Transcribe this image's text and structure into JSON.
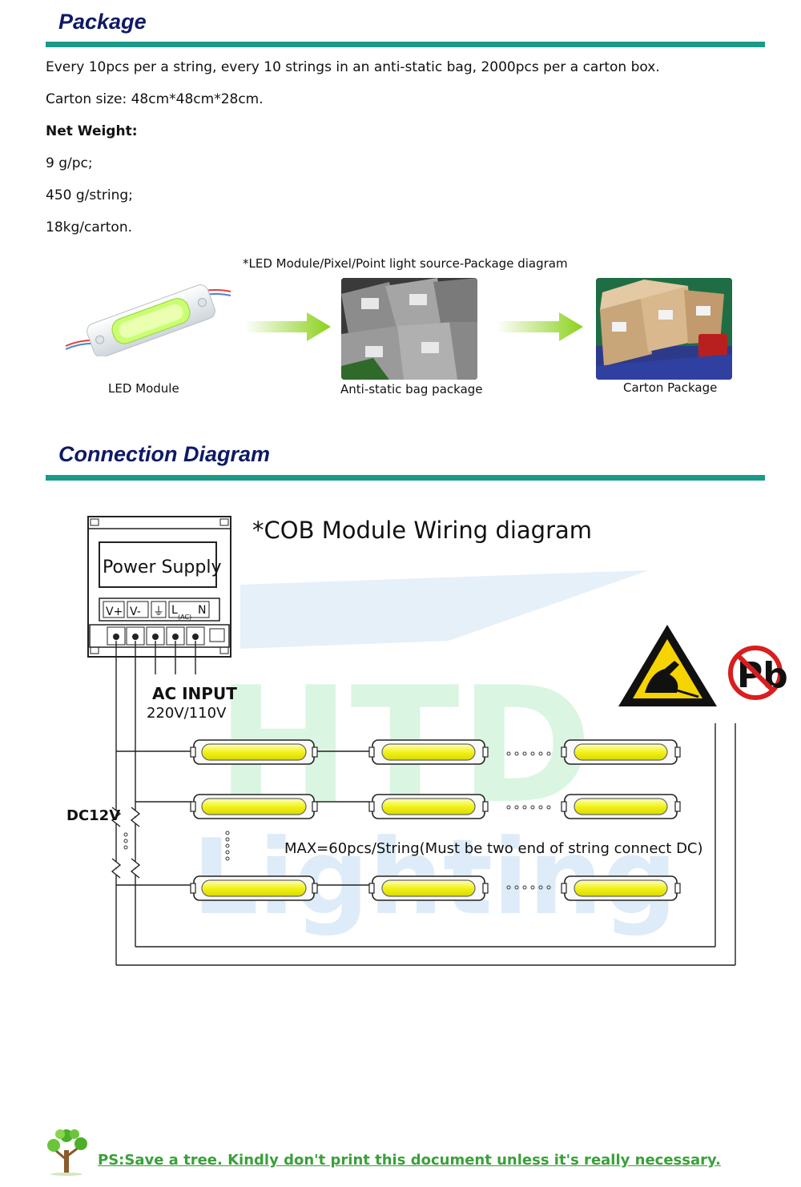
{
  "package": {
    "title": "Package",
    "lines": [
      "Every 10pcs per a string, every 10 strings in an anti-static bag, 2000pcs per a carton box.",
      "Carton size: 48cm*48cm*28cm."
    ],
    "net_weight_label": "Net Weight:",
    "weights": [
      "9 g/pc;",
      "450 g/string;",
      "18kg/carton."
    ],
    "diagram_caption": "*LED Module/Pixel/Point light source-Package diagram",
    "steps": [
      {
        "label": "LED Module",
        "icon": "led-module-image"
      },
      {
        "label": "Anti-static bag package",
        "icon": "anti-static-bag-photo"
      },
      {
        "label": "Carton Package",
        "icon": "carton-package-photo"
      }
    ],
    "arrow_color": "#8bd11a"
  },
  "connection": {
    "title": "Connection Diagram",
    "wiring_title": "*COB Module Wiring diagram",
    "power_supply_label": "Power Supply",
    "terminals": [
      "V+",
      "V-",
      "⏚",
      "L",
      "N"
    ],
    "terminal_sub": "(AC)",
    "ac_input_label": "AC INPUT",
    "ac_voltage": "220V/110V",
    "dc_label": "DC12V",
    "max_note": "MAX=60pcs/String(Must be two end of string connect DC)",
    "watermark": [
      "HTD",
      "Lighting"
    ],
    "lead_symbol": "Pb",
    "esd_icon": "esd-warning-icon",
    "no_lead_icon": "no-lead-icon"
  },
  "footer": {
    "text": "PS:Save a tree. Kindly don't print this document unless it's really necessary.",
    "icon": "tree-icon",
    "color": "#3aa03a"
  },
  "colors": {
    "title": "#0d1a66",
    "rule": "#1b9a8a",
    "led_yellow": "#f2f21a"
  }
}
